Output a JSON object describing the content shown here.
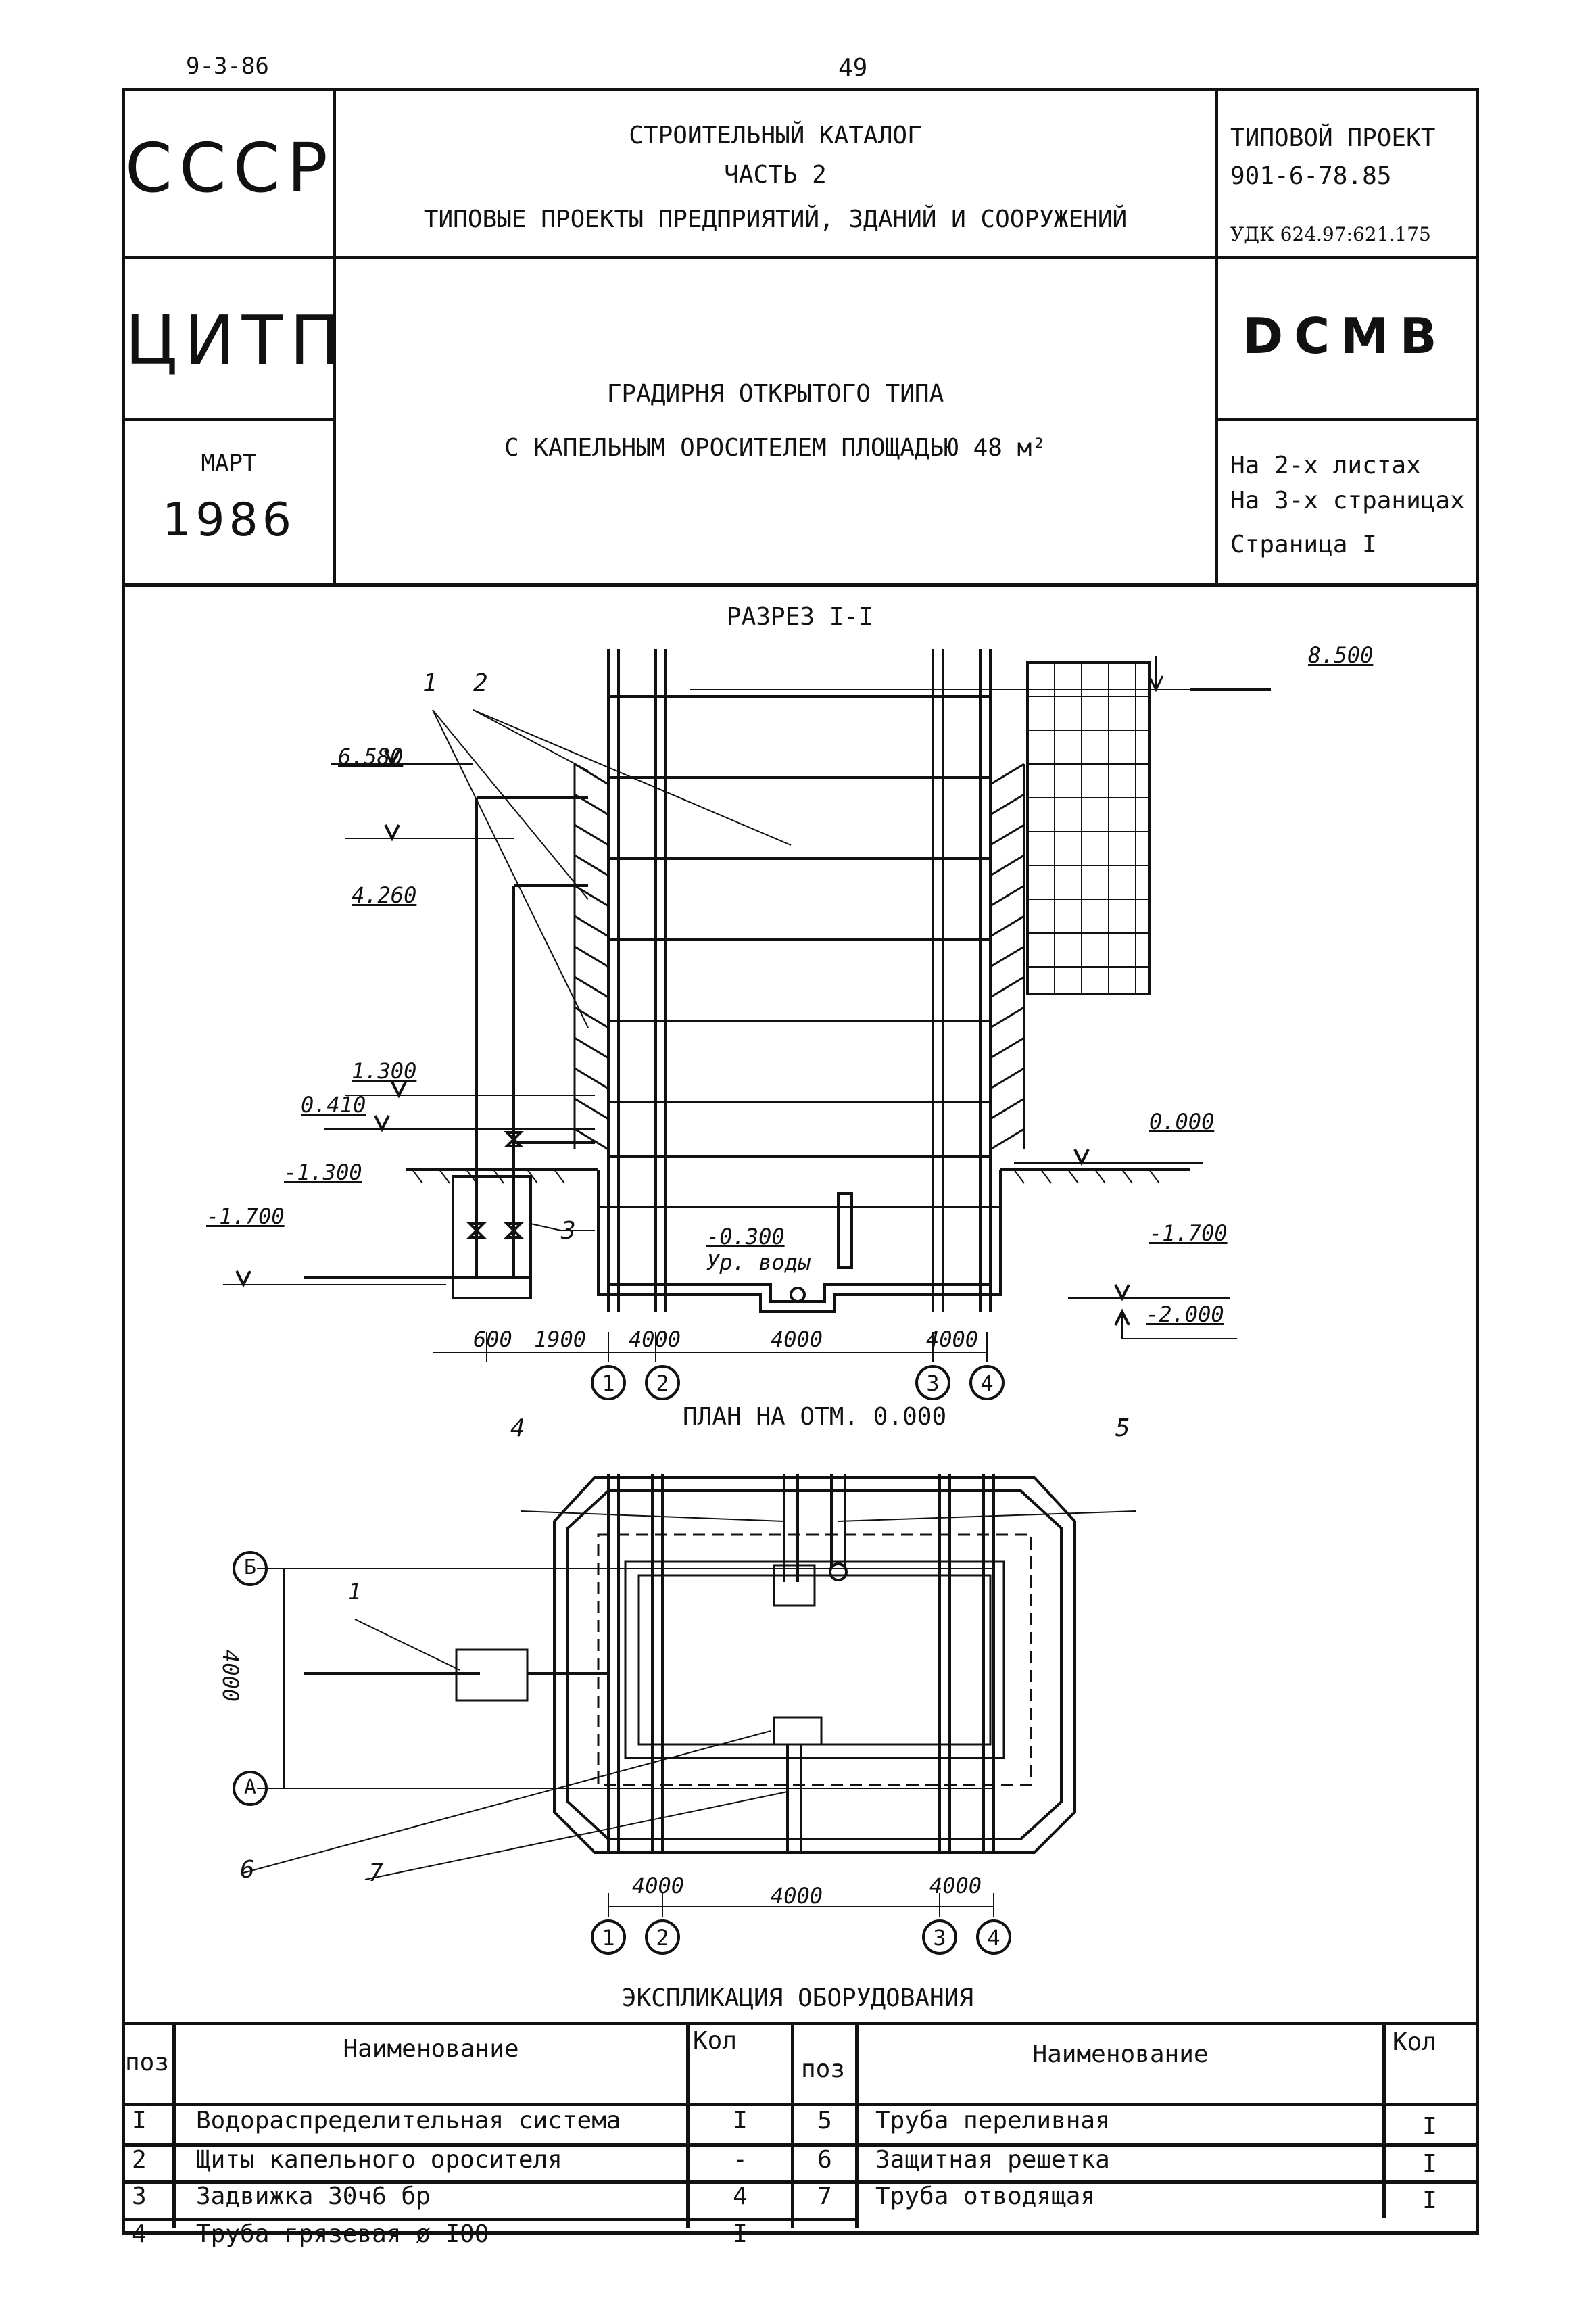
{
  "top": {
    "code": "9-3-86",
    "page_number": "49"
  },
  "header": {
    "org1": "СССР",
    "catalog_line1": "СТРОИТЕЛЬНЫЙ  КАТАЛОГ",
    "catalog_line2": "ЧАСТЬ  2",
    "catalog_line3": "ТИПОВЫЕ ПРОЕКТЫ ПРЕДПРИЯТИЙ, ЗДАНИЙ И СООРУЖЕНИЙ",
    "project_label": "ТИПОВОЙ ПРОЕКТ",
    "project_number": "901-6-78.85",
    "udk": "УДК 624.97:621.175",
    "org2": "ЦИТП",
    "code_dcmv": "DCMB",
    "title_line1": "ГРАДИРНЯ ОТКРЫТОГО ТИПА",
    "title_line2": "С КАПЕЛЬНЫМ ОРОСИТЕЛЕМ ПЛОЩАДЬЮ 48 м²",
    "month": "МАРТ",
    "year": "1986",
    "sheets": "На 2-х листах",
    "pages": "На 3-х страницах",
    "page": "Страница I"
  },
  "section": {
    "title": "РАЗРЕЗ  I-I",
    "elevations": [
      "8.500",
      "6.580",
      "4.260",
      "1.300",
      "0.410",
      "-1.300",
      "-1.700",
      "0.000",
      "-1.700",
      "-2.000"
    ],
    "water_level": "-0.300",
    "water_label": "Ур. воды",
    "callouts": [
      "1",
      "2",
      "3"
    ],
    "dims": [
      "600",
      "1900",
      "4000",
      "4000",
      "4000"
    ],
    "axes": [
      "1",
      "2",
      "3",
      "4"
    ]
  },
  "plan": {
    "title": "ПЛАН НА ОТМ.   0.000",
    "callouts": [
      "4",
      "5",
      "1",
      "6",
      "7"
    ],
    "axes_rows": [
      "Б",
      "А"
    ],
    "dim_vertical": "4000",
    "dims": [
      "4000",
      "4000",
      "4000"
    ],
    "axes": [
      "1",
      "2",
      "3",
      "4"
    ]
  },
  "table": {
    "title": "ЭКСПЛИКАЦИЯ  ОБОРУДОВАНИЯ",
    "headers": {
      "pos": "поз",
      "name": "Наименование",
      "qty": "Кол"
    },
    "left": [
      {
        "pos": "I",
        "name": "Водораспределительная система",
        "qty": "I"
      },
      {
        "pos": "2",
        "name": "Щиты капельного оросителя",
        "qty": "-"
      },
      {
        "pos": "3",
        "name": "Задвижка 30ч6 бр",
        "qty": "4"
      },
      {
        "pos": "4",
        "name": "Труба  грязевая ø I00",
        "qty": "I"
      }
    ],
    "right": [
      {
        "pos": "5",
        "name": "Труба переливная",
        "qty": "I"
      },
      {
        "pos": "6",
        "name": "Защитная решетка",
        "qty": "I"
      },
      {
        "pos": "7",
        "name": "Труба отводящая",
        "qty": "I"
      }
    ]
  }
}
